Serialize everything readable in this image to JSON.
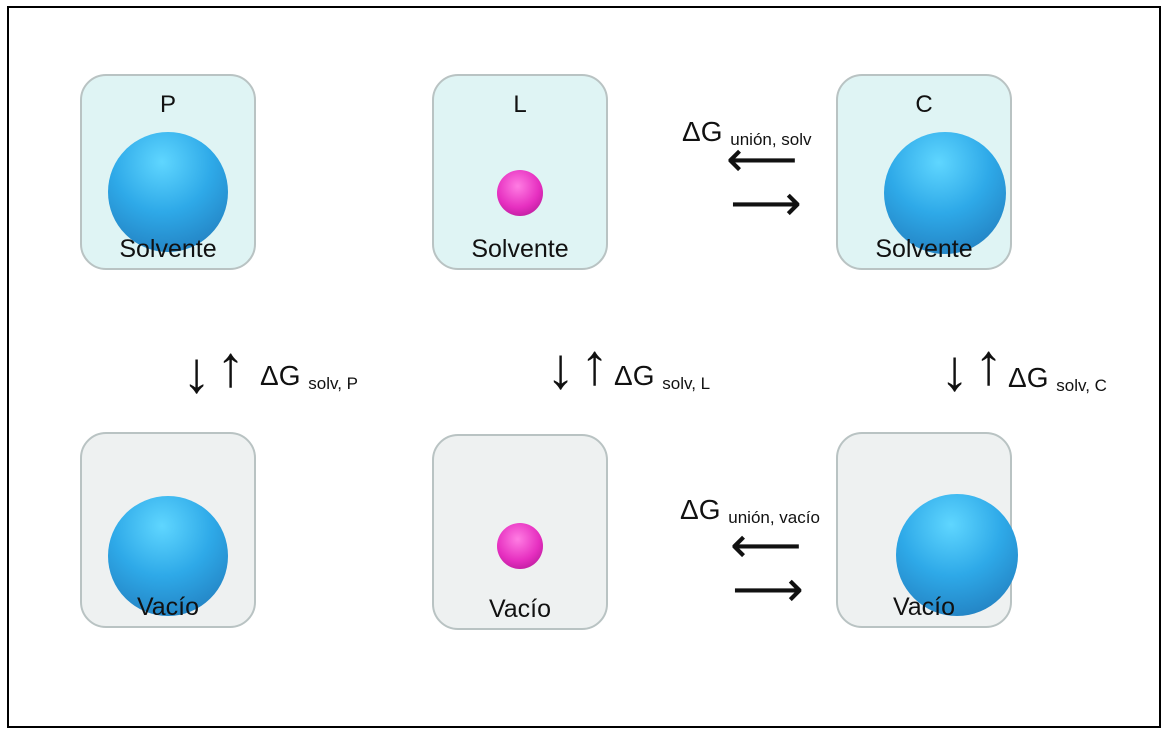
{
  "top_row": [
    {
      "id": "P",
      "top_label": "P",
      "bottom_label": "Solvente"
    },
    {
      "id": "L",
      "top_label": "L",
      "bottom_label": "Solvente"
    },
    {
      "id": "C",
      "top_label": "C",
      "bottom_label": "Solvente"
    }
  ],
  "bottom_row": [
    {
      "bottom_label": "Vacío"
    },
    {
      "bottom_label": "Vacío"
    },
    {
      "bottom_label": "Vacío"
    }
  ],
  "arrows": {
    "down": "↓",
    "up": "↑",
    "left": "⟵",
    "right": "⟶"
  },
  "delta_g": {
    "symbol": "ΔG",
    "union_solv": "unión, solv",
    "union_vacio": "unión, vacío",
    "solv_P": "solv, P",
    "solv_L": "solv, L",
    "solv_C": "solv, C"
  },
  "colors": {
    "solvent_box": "#dff4f4",
    "vacuum_box": "#eef1f1",
    "protein": "#2ea9e8",
    "ligand": "#e62fc0"
  }
}
